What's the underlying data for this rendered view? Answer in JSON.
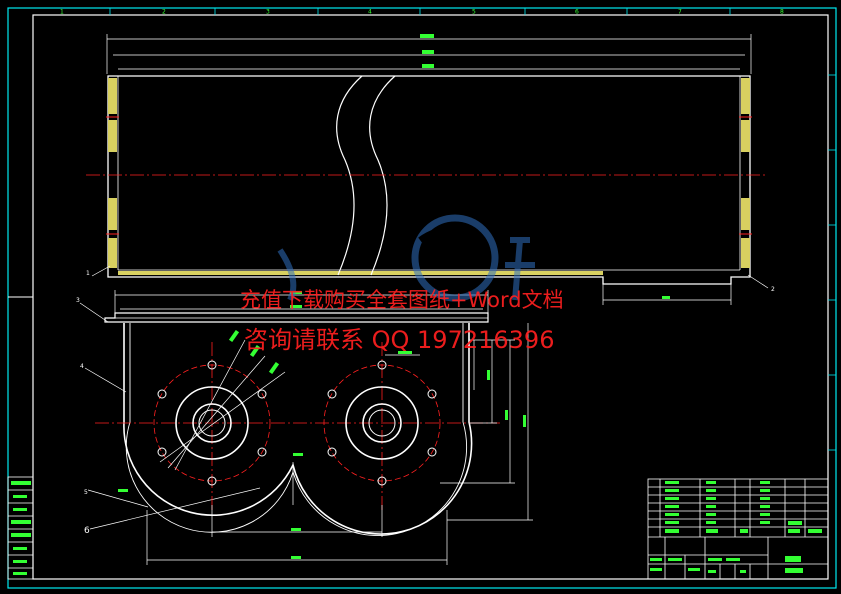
{
  "colors": {
    "background": "#000000",
    "frame": "#ffffff",
    "border_cyan": "#00e8f0",
    "dimension": "#00c8ff",
    "center_line": "#ff2020",
    "text_green": "#33ff33",
    "watermark_red": "#ff2020",
    "watermark_logo": "#3070c0"
  },
  "border_zone_labels": {
    "top": [
      "1",
      "2",
      "3",
      "4",
      "5",
      "6",
      "7",
      "8"
    ]
  },
  "callouts": [
    "1",
    "2",
    "3",
    "4",
    "5",
    "6"
  ],
  "watermark": {
    "line1": "充值下载购买全套图纸+Word文档",
    "line2": "咨询请联系 QQ 197216396",
    "logo": "logo-icon"
  }
}
